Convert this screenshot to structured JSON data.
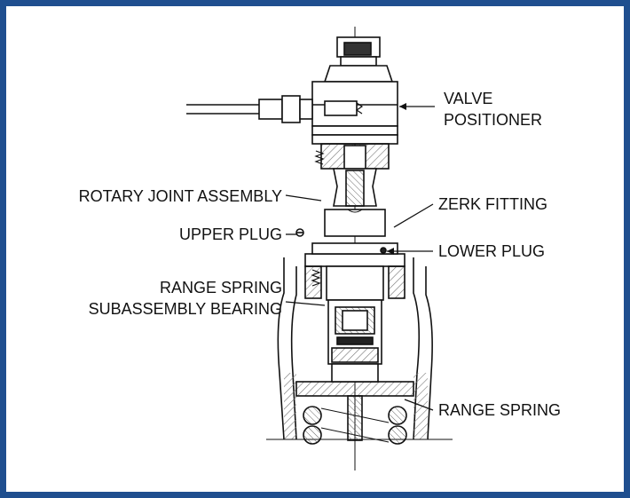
{
  "labels": {
    "valve_positioner_line1": "VALVE",
    "valve_positioner_line2": "POSITIONER",
    "rotary_joint_assembly": "ROTARY JOINT ASSEMBLY",
    "zerk_fitting": "ZERK FITTING",
    "upper_plug": "UPPER PLUG",
    "lower_plug": "LOWER PLUG",
    "range_spring_subassembly_line1": "RANGE SPRING",
    "range_spring_subassembly_line2": "SUBASSEMBLY BEARING",
    "range_spring": "RANGE SPRING"
  },
  "colors": {
    "frame_border": "#1f4f8f",
    "line": "#111111",
    "hatch": "#777777"
  }
}
